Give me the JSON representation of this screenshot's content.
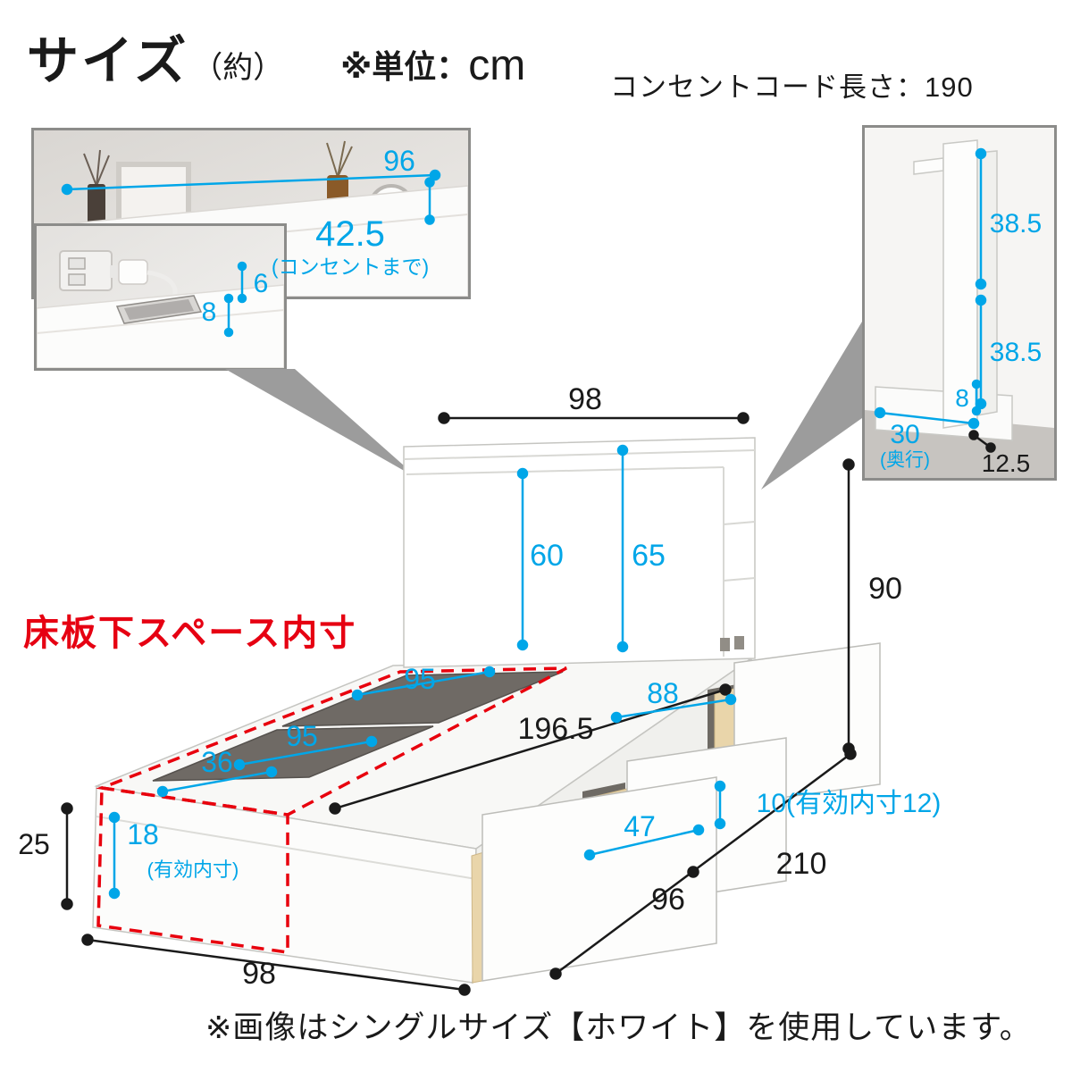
{
  "header": {
    "title": "サイズ",
    "approx": "（約）",
    "unit": "※単位：",
    "unit_value": "cm",
    "cord_note": "コンセントコード長さ：190"
  },
  "labels": {
    "under_floor": "床板下スペース内寸"
  },
  "footer": {
    "note": "※画像はシングルサイズ【ホワイト】を使用しています。"
  },
  "colors": {
    "accent": "#00a6e8",
    "ink": "#1a1a1a",
    "alert": "#e60012"
  },
  "inset_shelf": {
    "width": "96",
    "to_outlet": "42.5",
    "to_outlet_note": "(コンセントまで)",
    "depth": "8",
    "lip_height": "6"
  },
  "inset_side": {
    "upper_height": "38.5",
    "lower_height": "38.5",
    "shelf_gap": "8",
    "depth": "30",
    "depth_note": "(奥行)",
    "base_height": "12.5"
  },
  "bed": {
    "width_top": "98",
    "headboard_inner_height": "60",
    "headboard_outer_height": "65",
    "height_total": "90",
    "inner_length": "196.5",
    "board_width_1": "95",
    "board_width_2": "95",
    "board_depth": "36",
    "drawer_opening": "88",
    "drawer_width": "47",
    "drawer_depth": "10(有効内寸12)",
    "under_space_height": "18",
    "under_space_note": "(有効内寸)",
    "base_height": "25",
    "width_bottom": "98",
    "drawer_section": "96",
    "total_length": "210"
  }
}
